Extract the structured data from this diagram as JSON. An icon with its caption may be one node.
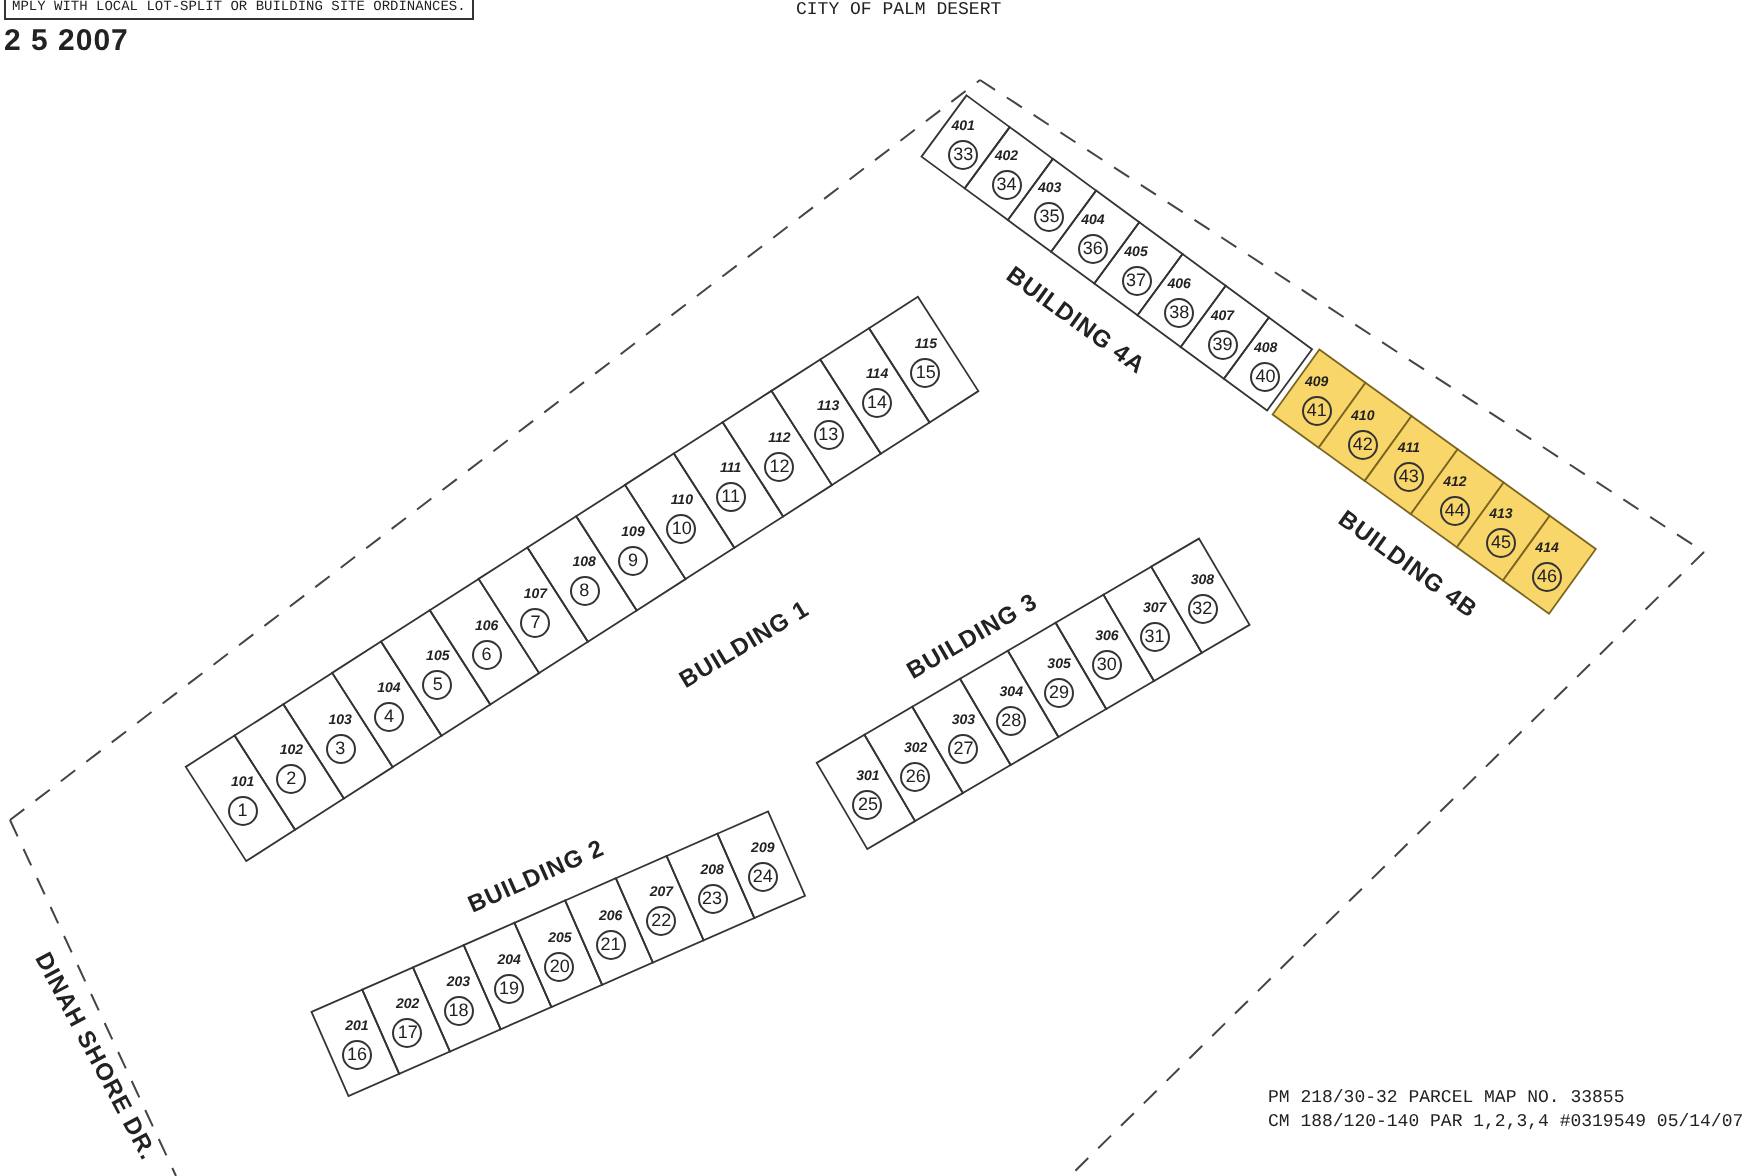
{
  "diagram": {
    "nodes": [
      {
        "text": [
          "401",
          "33"
        ]
      },
      {
        "text": [
          "402",
          "34"
        ]
      },
      {
        "text": [
          "403",
          "35"
        ]
      },
      {
        "text": [
          "404",
          "36"
        ]
      },
      {
        "text": [
          "405",
          "37"
        ]
      },
      {
        "text": [
          "406",
          "38"
        ]
      },
      {
        "text": [
          "407",
          "39"
        ]
      },
      {
        "text": [
          "408",
          "40"
        ]
      },
      {
        "text": [
          "409",
          "41"
        ]
      },
      {
        "text": [
          "410",
          "42"
        ]
      },
      {
        "text": [
          "411",
          "43"
        ]
      },
      {
        "text": [
          "412",
          "44"
        ]
      },
      {
        "text": [
          "413",
          "45"
        ]
      },
      {
        "text": [
          "414",
          "46"
        ]
      },
      {
        "text": [
          "101",
          "1"
        ]
      },
      {
        "text": [
          "102",
          "2"
        ]
      },
      {
        "text": [
          "103",
          "3"
        ]
      },
      {
        "text": [
          "104",
          "4"
        ]
      },
      {
        "text": [
          "105",
          "5"
        ]
      },
      {
        "text": [
          "106",
          "6"
        ]
      },
      {
        "text": [
          "107",
          "7"
        ]
      },
      {
        "text": [
          "108",
          "8"
        ]
      },
      {
        "text": [
          "109",
          "9"
        ]
      },
      {
        "text": [
          "110",
          "10"
        ]
      },
      {
        "text": [
          "111",
          "11"
        ]
      },
      {
        "text": [
          "112",
          "12"
        ]
      },
      {
        "text": [
          "113",
          "13"
        ]
      },
      {
        "text": [
          "114",
          "14"
        ]
      },
      {
        "text": [
          "115",
          "15"
        ]
      },
      {
        "text": [
          "301",
          "25"
        ]
      },
      {
        "text": [
          "302",
          "26"
        ]
      },
      {
        "text": [
          "303",
          "27"
        ]
      },
      {
        "text": [
          "304",
          "28"
        ]
      },
      {
        "text": [
          "305",
          "29"
        ]
      },
      {
        "text": [
          "306",
          "30"
        ]
      },
      {
        "text": [
          "307",
          "31"
        ]
      },
      {
        "text": [
          "308",
          "32"
        ]
      },
      {
        "text": [
          "201",
          "16"
        ]
      },
      {
        "text": [
          "202",
          "17"
        ]
      },
      {
        "text": [
          "203",
          "18"
        ]
      },
      {
        "text": [
          "204",
          "19"
        ]
      },
      {
        "text": [
          "205",
          "20"
        ]
      },
      {
        "text": [
          "206",
          "21"
        ]
      },
      {
        "text": [
          "207",
          "22"
        ]
      },
      {
        "text": [
          "208",
          "23"
        ]
      },
      {
        "text": [
          "209",
          "24"
        ]
      }
    ],
    "labels": [
      "MPLY WITH LOCAL LOT-SPLIT OR BUILDING SITE ORDINANCES.",
      "CITY OF PALM DESERT",
      "2 5 2007",
      "BUILDING 4A",
      "BUILDING 4B",
      "BUILDING 1",
      "BUILDING 3",
      "BUILDING 2",
      "DINAH SHORE DR.",
      "PM 218/30-32 PARCEL MAP NO. 33855",
      "CM 188/120-140 PAR 1,2,3,4 #0319549 05/14/07"
    ]
  }
}
